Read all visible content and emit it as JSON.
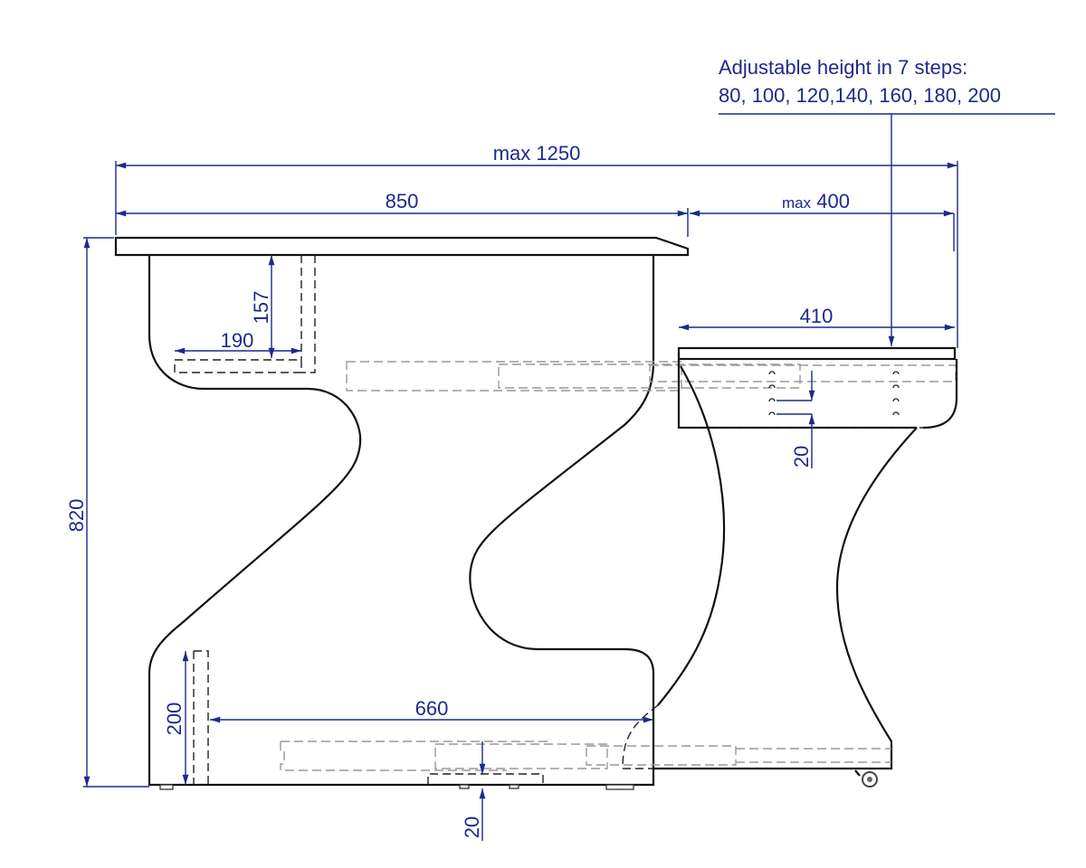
{
  "note": {
    "line1": "Adjustable height in 7 steps:",
    "line2": "80, 100, 120,140, 160, 180, 200"
  },
  "dimensions": {
    "total_width": "max 1250",
    "desk_width": "850",
    "extension_prefix": "max",
    "extension_value": "400",
    "side_unit_width": "410",
    "total_height": "820",
    "shelf_depth": "190",
    "shelf_height": "157",
    "step": "20",
    "base_depth": "660",
    "foot_height": "200",
    "floor_clearance": "20"
  },
  "colors": {
    "dimension": "#1c2a8c",
    "outline": "#111111",
    "hidden": "#999999"
  }
}
